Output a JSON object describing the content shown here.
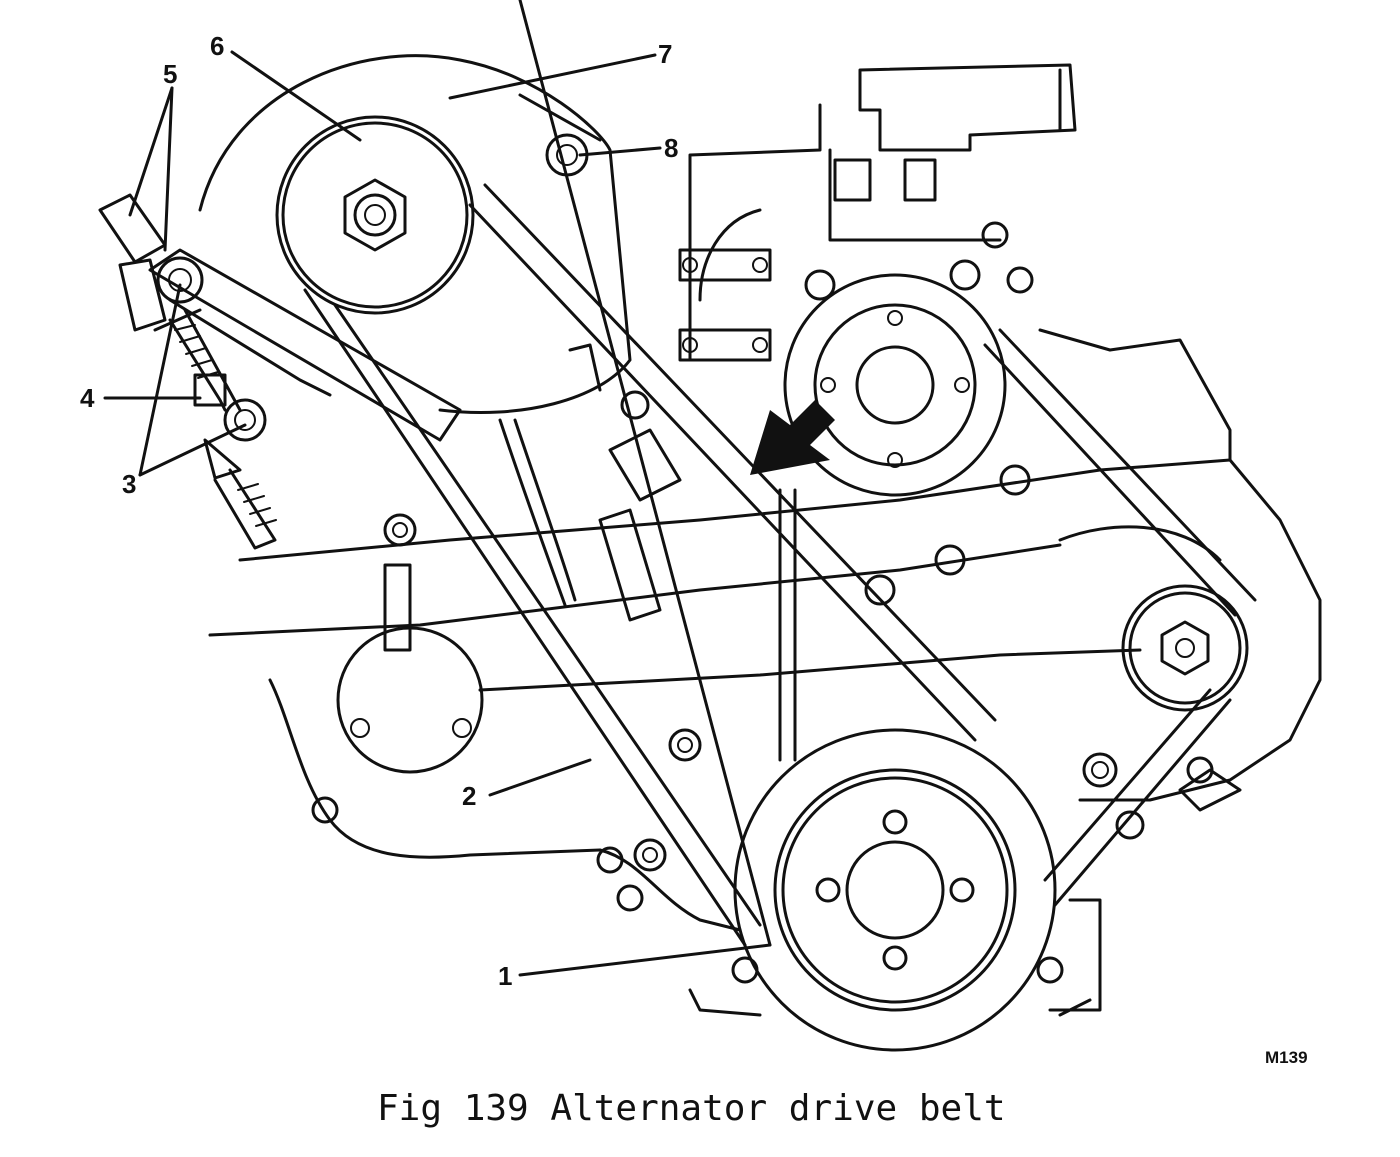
{
  "figure": {
    "code": "M139",
    "caption": "Fig 139 Alternator drive belt"
  },
  "callouts": [
    {
      "id": "c1",
      "label": "1"
    },
    {
      "id": "c2",
      "label": "2"
    },
    {
      "id": "c3",
      "label": "3"
    },
    {
      "id": "c4",
      "label": "4"
    },
    {
      "id": "c5",
      "label": "5"
    },
    {
      "id": "c6",
      "label": "6"
    },
    {
      "id": "c7",
      "label": "7"
    },
    {
      "id": "c8",
      "label": "8"
    }
  ],
  "colors": {
    "ink": "#111111",
    "paper": "#ffffff"
  },
  "icons": {
    "direction_arrow": "rotation-arrow-icon"
  }
}
